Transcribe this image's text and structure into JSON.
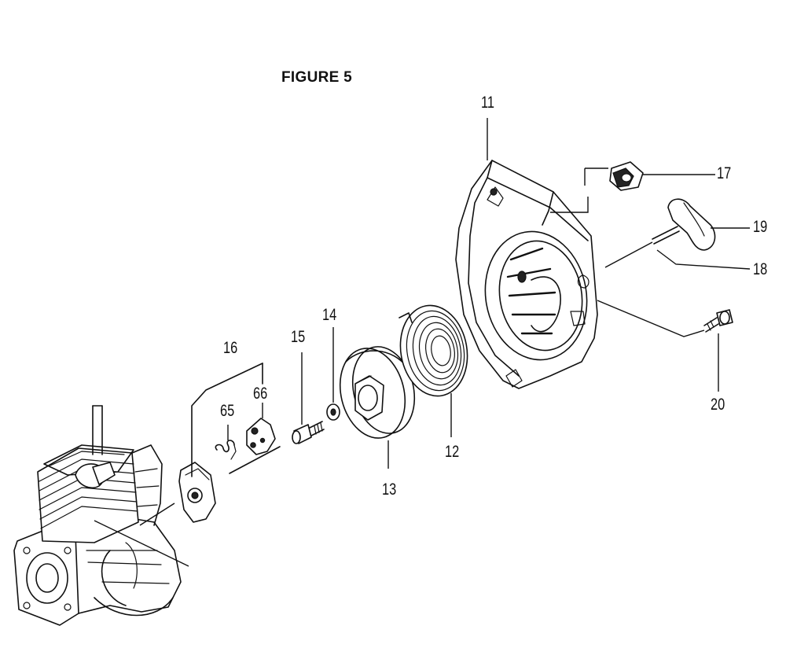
{
  "figure": {
    "title": "FIGURE 5"
  },
  "callouts": {
    "c11": "11",
    "c12": "12",
    "c13": "13",
    "c14": "14",
    "c15": "15",
    "c16": "16",
    "c17": "17",
    "c18": "18",
    "c19": "19",
    "c20": "20",
    "c65": "65",
    "c66": "66"
  }
}
